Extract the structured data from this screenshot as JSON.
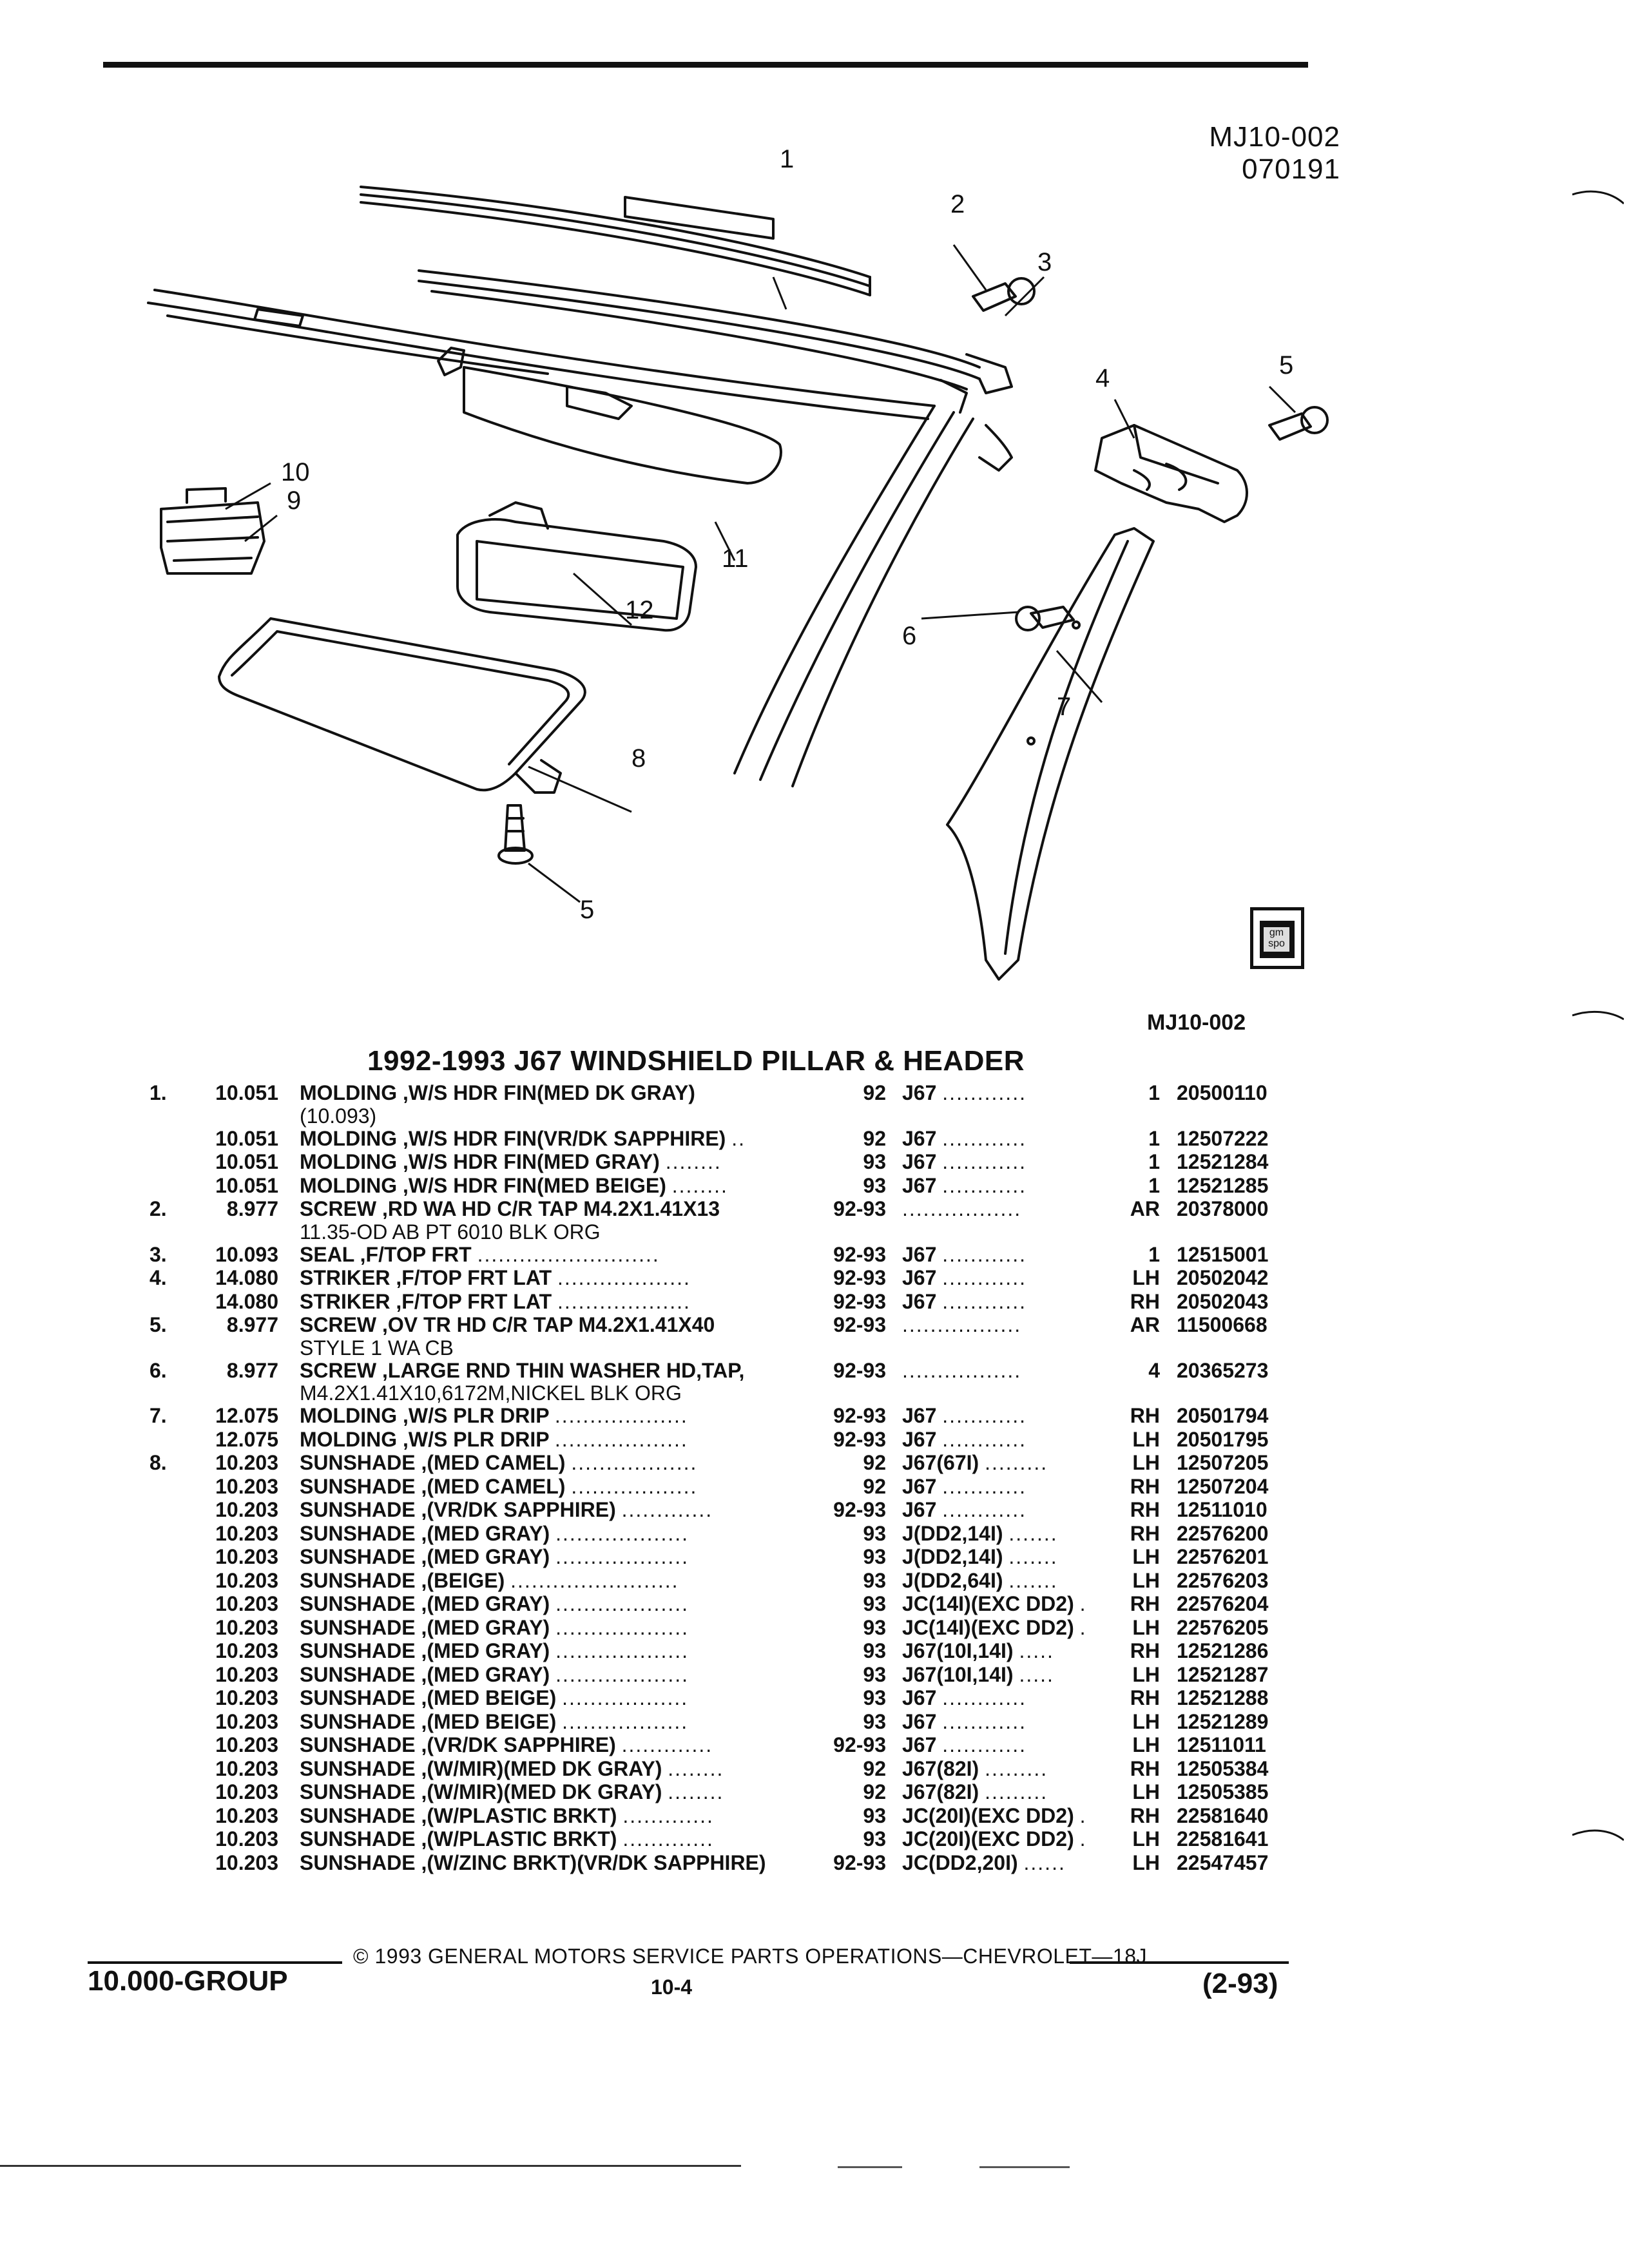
{
  "header": {
    "code": "MJ10-002",
    "date_code": "070191"
  },
  "illustration": {
    "ref": "MJ10-002",
    "callouts": [
      "1",
      "2",
      "3",
      "4",
      "5",
      "6",
      "7",
      "8",
      "9",
      "10",
      "11",
      "12",
      "5"
    ],
    "logo_text": "gm spo"
  },
  "section_title": "1992-1993 J67 WINDSHIELD PILLAR & HEADER",
  "rows": [
    {
      "key": "1.",
      "grp": "10.051",
      "desc": "MOLDING ,W/S HDR FIN(MED DK GRAY)",
      "dots": "",
      "yr": "92",
      "app": "J67",
      "app_dots": "............",
      "qty": "1",
      "part": "20500110"
    },
    {
      "cont": "(10.093)"
    },
    {
      "key": "",
      "grp": "10.051",
      "desc": "MOLDING ,W/S HDR FIN(VR/DK SAPPHIRE)",
      "dots": "..",
      "yr": "92",
      "app": "J67",
      "app_dots": "............",
      "qty": "1",
      "part": "12507222"
    },
    {
      "key": "",
      "grp": "10.051",
      "desc": "MOLDING ,W/S HDR FIN(MED GRAY)",
      "dots": "........",
      "yr": "93",
      "app": "J67",
      "app_dots": "............",
      "qty": "1",
      "part": "12521284"
    },
    {
      "key": "",
      "grp": "10.051",
      "desc": "MOLDING ,W/S HDR FIN(MED BEIGE)",
      "dots": "........",
      "yr": "93",
      "app": "J67",
      "app_dots": "............",
      "qty": "1",
      "part": "12521285"
    },
    {
      "key": "2.",
      "grp": "8.977",
      "desc": "SCREW ,RD WA HD C/R TAP M4.2X1.41X13",
      "dots": "",
      "yr": "92-93",
      "app": "",
      "app_dots": ".................",
      "qty": "AR",
      "part": "20378000"
    },
    {
      "cont": "11.35-OD AB PT 6010 BLK ORG"
    },
    {
      "key": "3.",
      "grp": "10.093",
      "desc": "SEAL ,F/TOP FRT",
      "dots": "..........................",
      "yr": "92-93",
      "app": "J67",
      "app_dots": "............",
      "qty": "1",
      "part": "12515001"
    },
    {
      "key": "4.",
      "grp": "14.080",
      "desc": "STRIKER ,F/TOP FRT LAT",
      "dots": "...................",
      "yr": "92-93",
      "app": "J67",
      "app_dots": "............",
      "qty": "LH",
      "part": "20502042"
    },
    {
      "key": "",
      "grp": "14.080",
      "desc": "STRIKER ,F/TOP FRT LAT",
      "dots": "...................",
      "yr": "92-93",
      "app": "J67",
      "app_dots": "............",
      "qty": "RH",
      "part": "20502043"
    },
    {
      "key": "5.",
      "grp": "8.977",
      "desc": "SCREW ,OV TR HD C/R TAP M4.2X1.41X40",
      "dots": "",
      "yr": "92-93",
      "app": "",
      "app_dots": ".................",
      "qty": "AR",
      "part": "11500668"
    },
    {
      "cont": "STYLE 1 WA CB"
    },
    {
      "key": "6.",
      "grp": "8.977",
      "desc": "SCREW ,LARGE RND THIN WASHER HD,TAP,",
      "dots": "",
      "yr": "92-93",
      "app": "",
      "app_dots": ".................",
      "qty": "4",
      "part": "20365273"
    },
    {
      "cont": "M4.2X1.41X10,6172M,NICKEL BLK ORG"
    },
    {
      "key": "7.",
      "grp": "12.075",
      "desc": "MOLDING ,W/S PLR DRIP",
      "dots": "...................",
      "yr": "92-93",
      "app": "J67",
      "app_dots": "............",
      "qty": "RH",
      "part": "20501794"
    },
    {
      "key": "",
      "grp": "12.075",
      "desc": "MOLDING ,W/S PLR DRIP",
      "dots": "...................",
      "yr": "92-93",
      "app": "J67",
      "app_dots": "............",
      "qty": "LH",
      "part": "20501795"
    },
    {
      "key": "8.",
      "grp": "10.203",
      "desc": "SUNSHADE ,(MED CAMEL)",
      "dots": "..................",
      "yr": "92",
      "app": "J67(67I)",
      "app_dots": ".........",
      "qty": "LH",
      "part": "12507205"
    },
    {
      "key": "",
      "grp": "10.203",
      "desc": "SUNSHADE ,(MED CAMEL)",
      "dots": "..................",
      "yr": "92",
      "app": "J67",
      "app_dots": "............",
      "qty": "RH",
      "part": "12507204"
    },
    {
      "key": "",
      "grp": "10.203",
      "desc": "SUNSHADE ,(VR/DK SAPPHIRE)",
      "dots": ".............",
      "yr": "92-93",
      "app": "J67",
      "app_dots": "............",
      "qty": "RH",
      "part": "12511010"
    },
    {
      "key": "",
      "grp": "10.203",
      "desc": "SUNSHADE ,(MED GRAY)",
      "dots": "...................",
      "yr": "93",
      "app": "J(DD2,14I)",
      "app_dots": ".......",
      "qty": "RH",
      "part": "22576200"
    },
    {
      "key": "",
      "grp": "10.203",
      "desc": "SUNSHADE ,(MED GRAY)",
      "dots": "...................",
      "yr": "93",
      "app": "J(DD2,14I)",
      "app_dots": ".......",
      "qty": "LH",
      "part": "22576201"
    },
    {
      "key": "",
      "grp": "10.203",
      "desc": "SUNSHADE ,(BEIGE)",
      "dots": "........................",
      "yr": "93",
      "app": "J(DD2,64I)",
      "app_dots": ".......",
      "qty": "LH",
      "part": "22576203"
    },
    {
      "key": "",
      "grp": "10.203",
      "desc": "SUNSHADE ,(MED GRAY)",
      "dots": "...................",
      "yr": "93",
      "app": "JC(14I)(EXC DD2)",
      "app_dots": ".",
      "qty": "RH",
      "part": "22576204"
    },
    {
      "key": "",
      "grp": "10.203",
      "desc": "SUNSHADE ,(MED GRAY)",
      "dots": "...................",
      "yr": "93",
      "app": "JC(14I)(EXC DD2)",
      "app_dots": ".",
      "qty": "LH",
      "part": "22576205"
    },
    {
      "key": "",
      "grp": "10.203",
      "desc": "SUNSHADE ,(MED GRAY)",
      "dots": "...................",
      "yr": "93",
      "app": "J67(10I,14I)",
      "app_dots": ".....",
      "qty": "RH",
      "part": "12521286"
    },
    {
      "key": "",
      "grp": "10.203",
      "desc": "SUNSHADE ,(MED GRAY)",
      "dots": "...................",
      "yr": "93",
      "app": "J67(10I,14I)",
      "app_dots": ".....",
      "qty": "LH",
      "part": "12521287"
    },
    {
      "key": "",
      "grp": "10.203",
      "desc": "SUNSHADE ,(MED BEIGE)",
      "dots": "..................",
      "yr": "93",
      "app": "J67",
      "app_dots": "............",
      "qty": "RH",
      "part": "12521288"
    },
    {
      "key": "",
      "grp": "10.203",
      "desc": "SUNSHADE ,(MED BEIGE)",
      "dots": "..................",
      "yr": "93",
      "app": "J67",
      "app_dots": "............",
      "qty": "LH",
      "part": "12521289"
    },
    {
      "key": "",
      "grp": "10.203",
      "desc": "SUNSHADE ,(VR/DK SAPPHIRE)",
      "dots": ".............",
      "yr": "92-93",
      "app": "J67",
      "app_dots": "............",
      "qty": "LH",
      "part": "12511011"
    },
    {
      "key": "",
      "grp": "10.203",
      "desc": "SUNSHADE ,(W/MIR)(MED DK GRAY)",
      "dots": "........",
      "yr": "92",
      "app": "J67(82I)",
      "app_dots": ".........",
      "qty": "RH",
      "part": "12505384"
    },
    {
      "key": "",
      "grp": "10.203",
      "desc": "SUNSHADE ,(W/MIR)(MED DK GRAY)",
      "dots": "........",
      "yr": "92",
      "app": "J67(82I)",
      "app_dots": ".........",
      "qty": "LH",
      "part": "12505385"
    },
    {
      "key": "",
      "grp": "10.203",
      "desc": "SUNSHADE ,(W/PLASTIC BRKT)",
      "dots": ".............",
      "yr": "93",
      "app": "JC(20I)(EXC DD2)",
      "app_dots": ".",
      "qty": "RH",
      "part": "22581640"
    },
    {
      "key": "",
      "grp": "10.203",
      "desc": "SUNSHADE ,(W/PLASTIC BRKT)",
      "dots": ".............",
      "yr": "93",
      "app": "JC(20I)(EXC DD2)",
      "app_dots": ".",
      "qty": "LH",
      "part": "22581641"
    },
    {
      "key": "",
      "grp": "10.203",
      "desc": "SUNSHADE ,(W/ZINC BRKT)(VR/DK SAPPHIRE)",
      "dots": "",
      "yr": "92-93",
      "app": "JC(DD2,20I)",
      "app_dots": "......",
      "qty": "LH",
      "part": "22547457"
    }
  ],
  "footer": {
    "copyright": "© 1993 GENERAL MOTORS SERVICE PARTS OPERATIONS—CHEVROLET—18J",
    "group": "10.000-GROUP",
    "page": "10-4",
    "date": "(2-93)"
  }
}
